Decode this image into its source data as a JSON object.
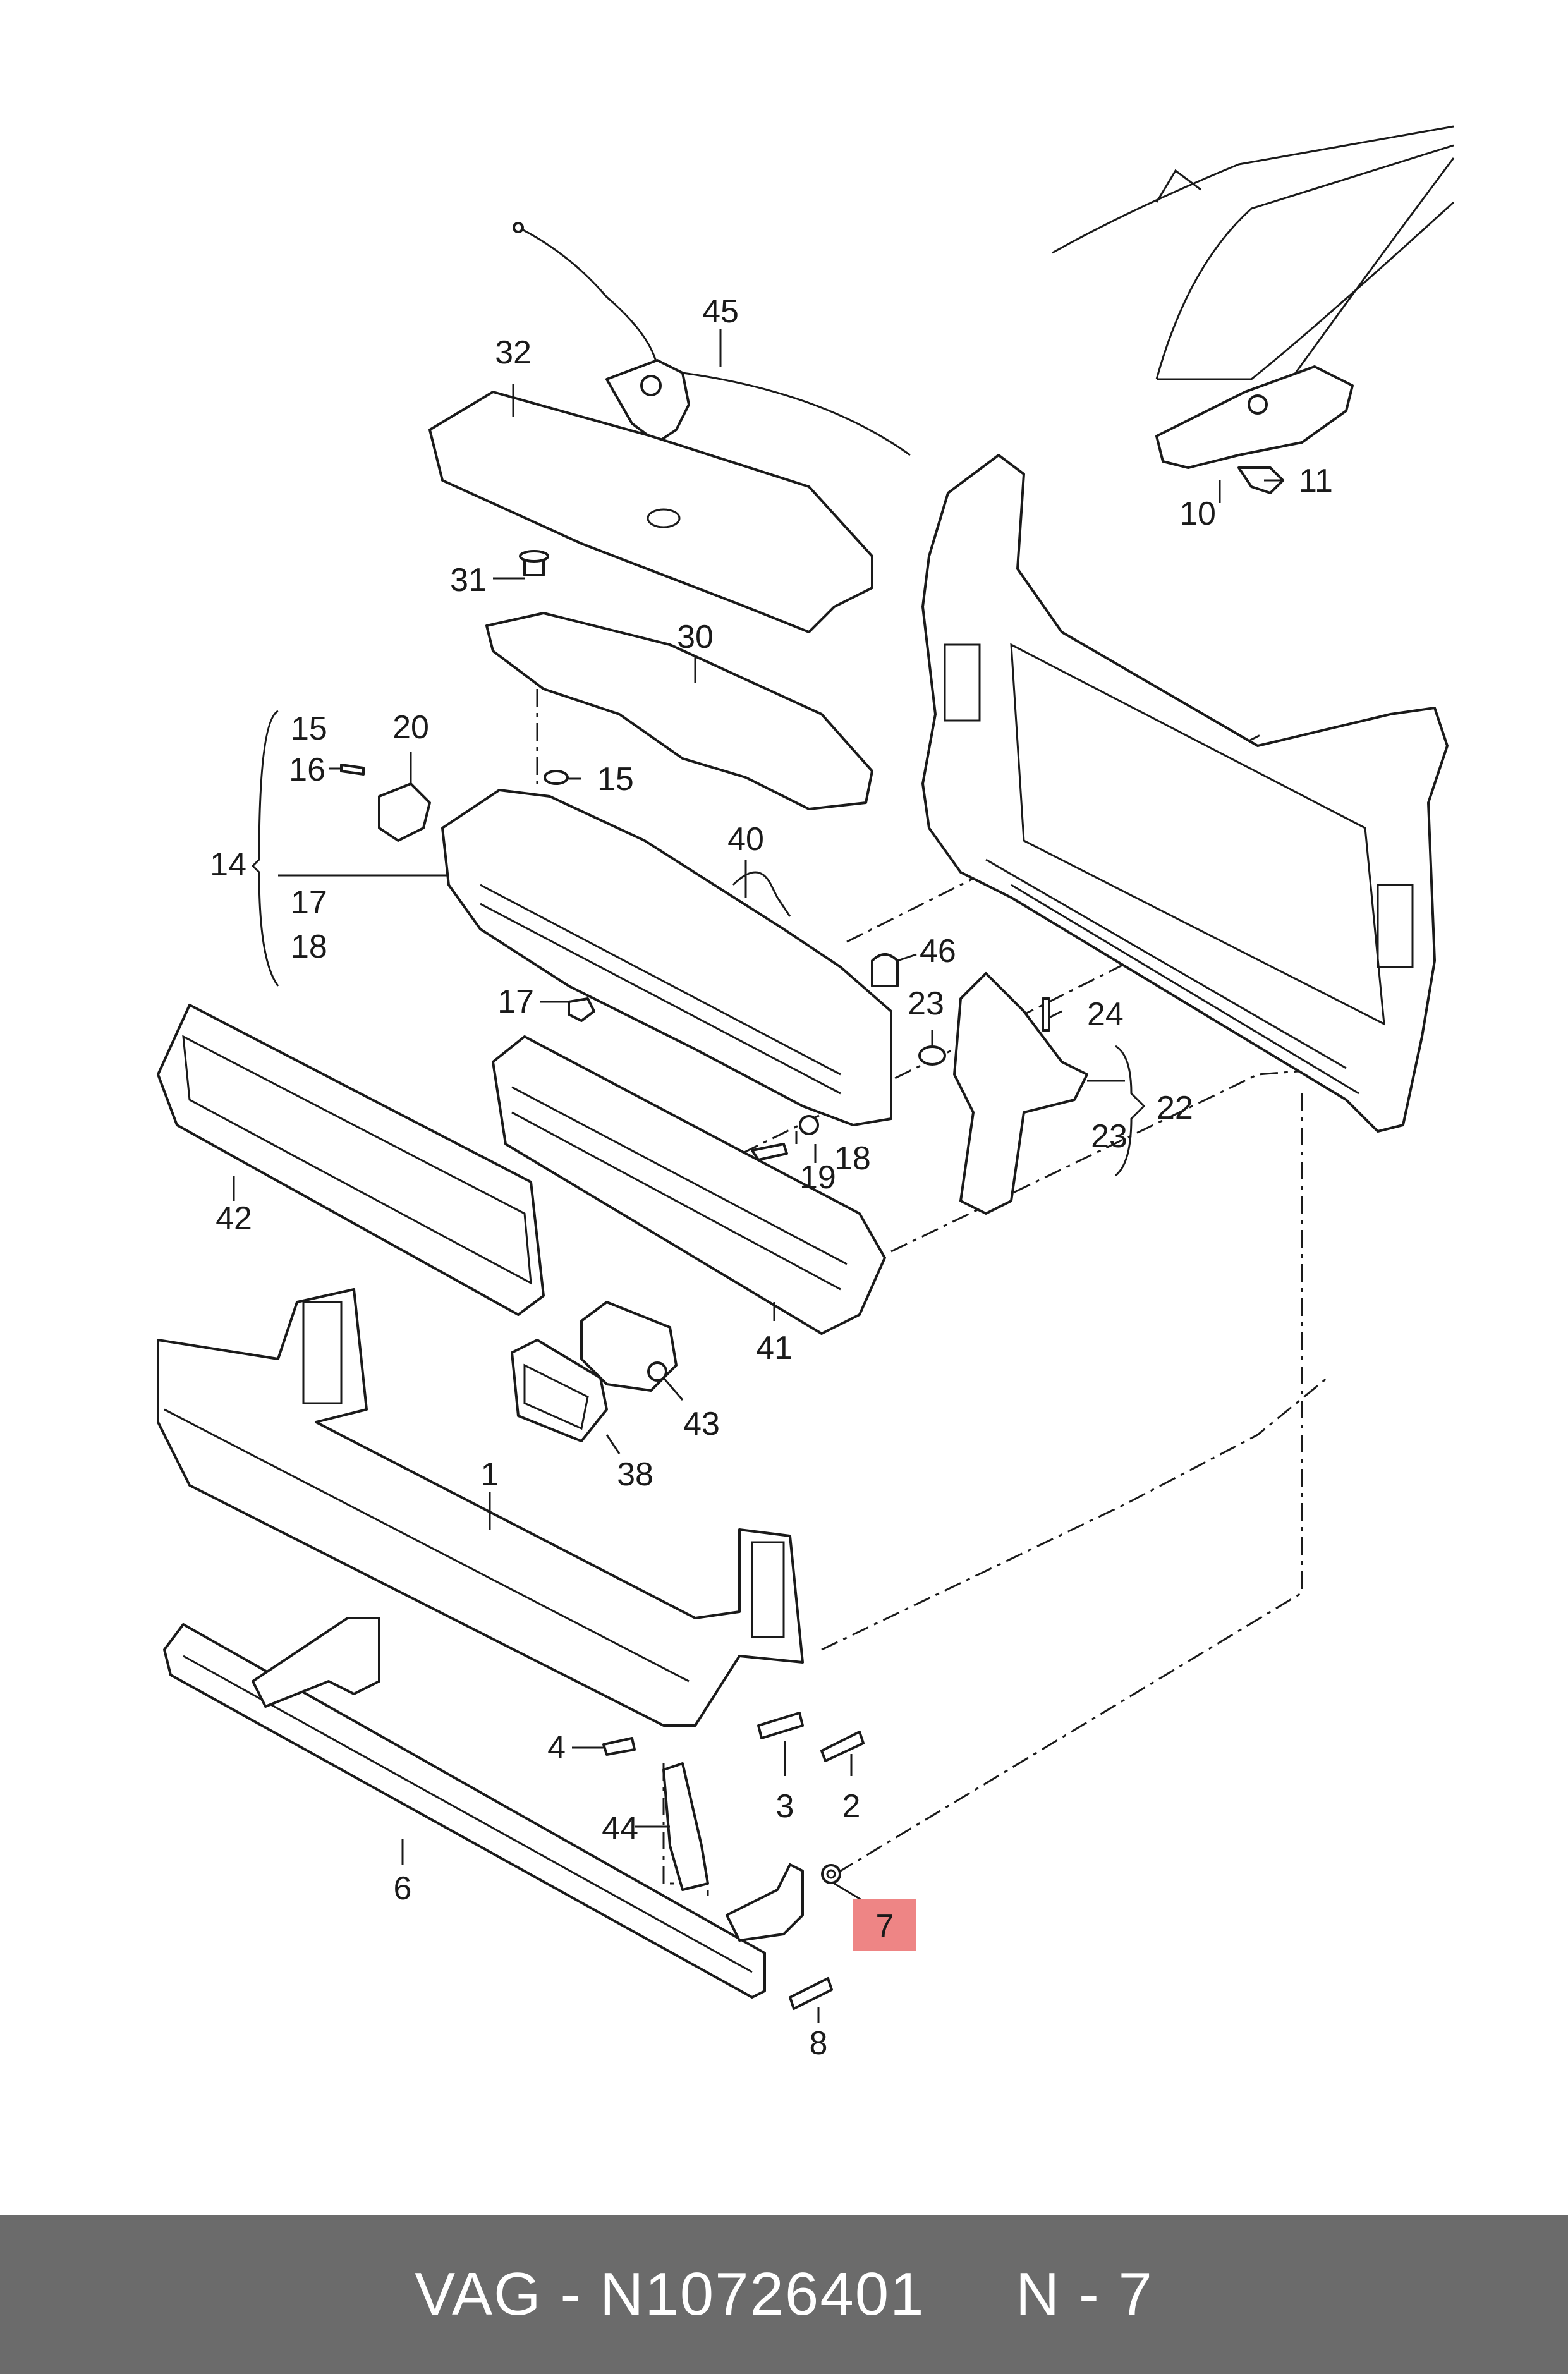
{
  "footer": {
    "text": "VAG - N10726401     N - 7"
  },
  "highlight_color": "#ee8585",
  "callouts": [
    {
      "id": "c1",
      "label": "1"
    },
    {
      "id": "c2",
      "label": "2"
    },
    {
      "id": "c3",
      "label": "3"
    },
    {
      "id": "c4",
      "label": "4"
    },
    {
      "id": "c6",
      "label": "6"
    },
    {
      "id": "c7",
      "label": "7",
      "highlighted": true
    },
    {
      "id": "c8",
      "label": "8"
    },
    {
      "id": "c10",
      "label": "10"
    },
    {
      "id": "c11",
      "label": "11"
    },
    {
      "id": "c14",
      "label": "14"
    },
    {
      "id": "c15a",
      "label": "15"
    },
    {
      "id": "c15b",
      "label": "15"
    },
    {
      "id": "c16",
      "label": "16"
    },
    {
      "id": "c17a",
      "label": "17"
    },
    {
      "id": "c17b",
      "label": "17"
    },
    {
      "id": "c18a",
      "label": "18"
    },
    {
      "id": "c18b",
      "label": "18"
    },
    {
      "id": "c19",
      "label": "19"
    },
    {
      "id": "c20",
      "label": "20"
    },
    {
      "id": "c22",
      "label": "22"
    },
    {
      "id": "c23a",
      "label": "23"
    },
    {
      "id": "c23b",
      "label": "23"
    },
    {
      "id": "c24",
      "label": "24"
    },
    {
      "id": "c30",
      "label": "30"
    },
    {
      "id": "c31",
      "label": "31"
    },
    {
      "id": "c32",
      "label": "32"
    },
    {
      "id": "c38",
      "label": "38"
    },
    {
      "id": "c40",
      "label": "40"
    },
    {
      "id": "c41",
      "label": "41"
    },
    {
      "id": "c42",
      "label": "42"
    },
    {
      "id": "c43",
      "label": "43"
    },
    {
      "id": "c44",
      "label": "44"
    },
    {
      "id": "c45",
      "label": "45"
    },
    {
      "id": "c46",
      "label": "46"
    }
  ]
}
